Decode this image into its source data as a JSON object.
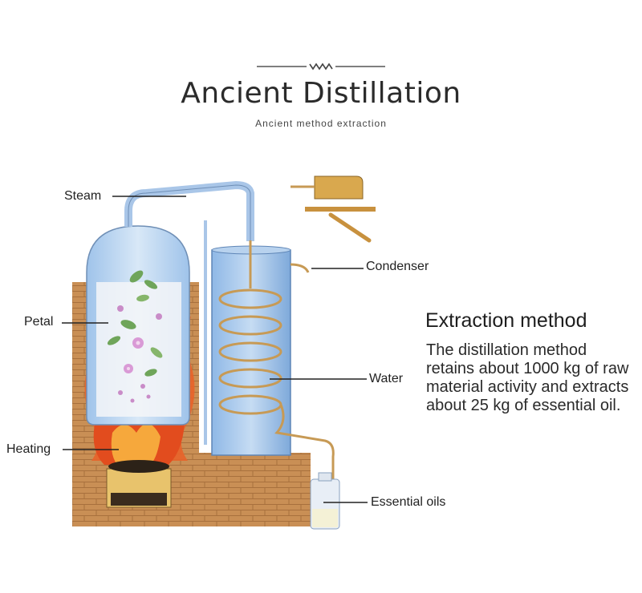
{
  "header": {
    "title": "Ancient Distillation",
    "subtitle": "Ancient method extraction"
  },
  "diagram": {
    "labels": {
      "steam": "Steam",
      "condenser": "Condenser",
      "petal": "Petal",
      "water": "Water",
      "heating": "Heating",
      "essential_oils": "Essential oils"
    }
  },
  "extraction": {
    "title": "Extraction method",
    "text": "The distillation method retains about 1000 kg of raw material activity and extracts about 25 kg of essential oil."
  }
}
